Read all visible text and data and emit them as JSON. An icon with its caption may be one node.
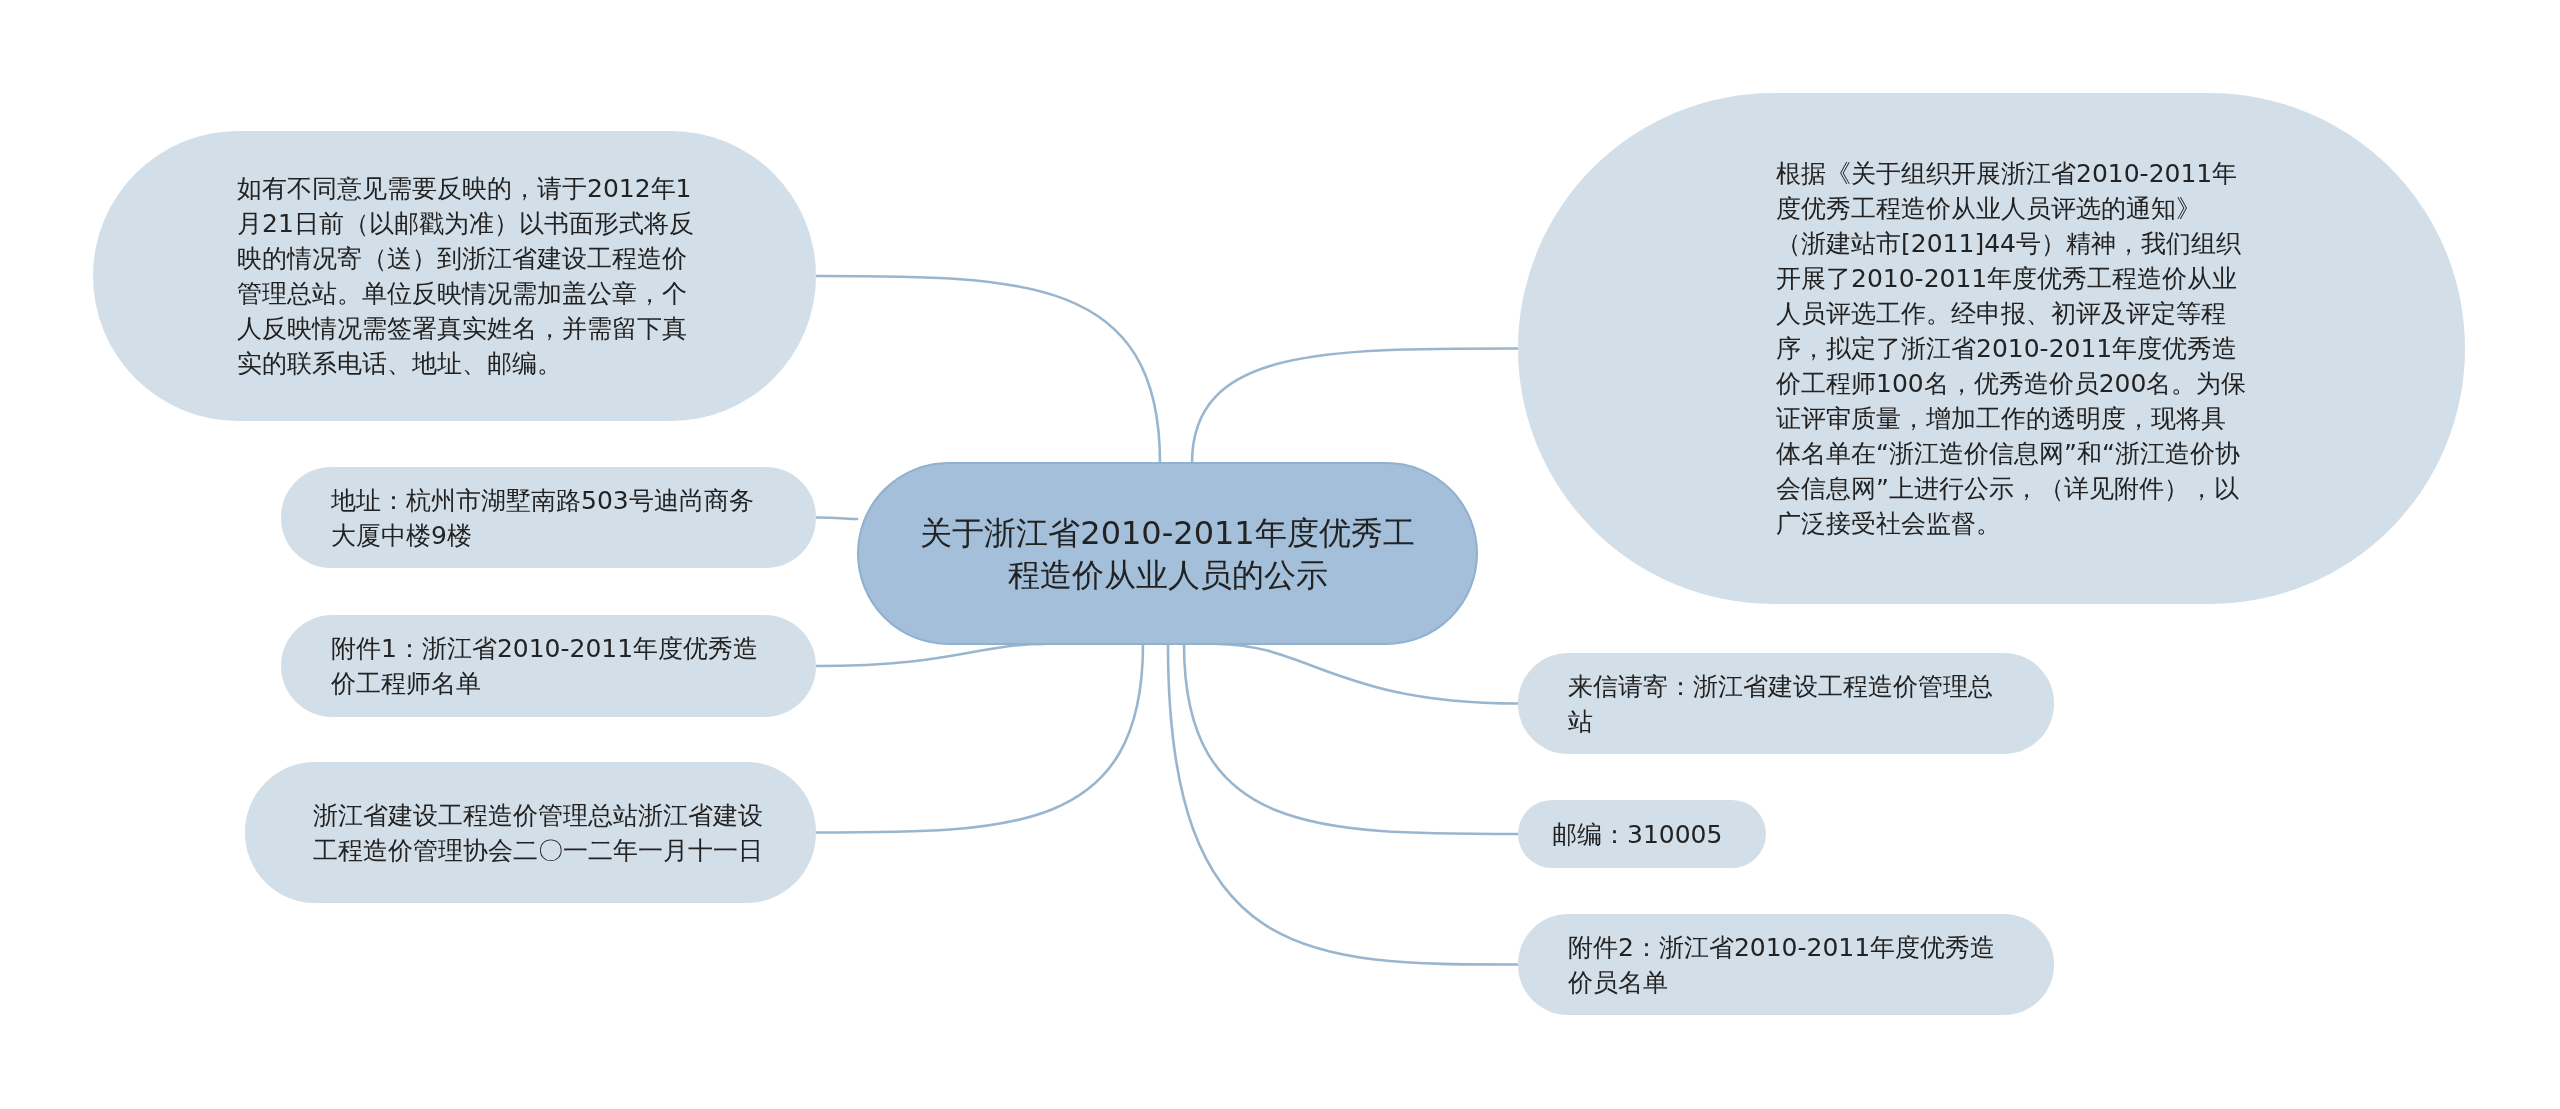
{
  "diagram": {
    "nodes": [
      {
        "text": [
          "关于浙江省2010-2011年度优秀工程造价从业人员的公示"
        ]
      },
      {
        "text": [
          "如有不同意见需要反映的，请于2012年1月21日前（以邮戳为准）以书面形式将反映的情况寄（送）到浙江省建设工程造价管理总站。单位反映情况需加盖公章，个人反映情况需签署真实姓名，并需留下真实的联系电话、地址、邮编。"
        ]
      },
      {
        "text": [
          "地址：杭州市湖墅南路503号迪尚商务大厦中楼9楼"
        ]
      },
      {
        "text": [
          "附件1：浙江省2010-2011年度优秀造价工程师名单"
        ]
      },
      {
        "text": [
          "浙江省建设工程造价管理总站浙江省建设工程造价管理协会二〇一二年一月十一日"
        ]
      },
      {
        "text": [
          "根据《关于组织开展浙江省2010-2011年度优秀工程造价从业人员评选的通知》（浙建站市[2011]44号）精神，我们组织开展了2010-2011年度优秀工程造价从业人员评选工作。经申报、初评及评定等程序，拟定了浙江省2010-2011年度优秀造价工程师100名，优秀造价员200名。为保证评审质量，增加工作的透明度，现将具体名单在“浙江造价信息网”和“浙江造价协会信息网”上进行公示，（详见附件），以广泛接受社会监督。"
        ]
      },
      {
        "text": [
          "来信请寄：浙江省建设工程造价管理总站"
        ]
      },
      {
        "text": [
          "邮编：310005"
        ]
      },
      {
        "text": [
          "附件2：浙江省2010-2011年度优秀造价员名单"
        ]
      }
    ],
    "edges": [
      {
        "from": 0,
        "to": 1,
        "arrow": "none"
      },
      {
        "from": 0,
        "to": 2,
        "arrow": "none"
      },
      {
        "from": 0,
        "to": 3,
        "arrow": "none"
      },
      {
        "from": 0,
        "to": 4,
        "arrow": "none"
      },
      {
        "from": 0,
        "to": 5,
        "arrow": "none"
      },
      {
        "from": 0,
        "to": 6,
        "arrow": "none"
      },
      {
        "from": 0,
        "to": 7,
        "arrow": "none"
      },
      {
        "from": 0,
        "to": 8,
        "arrow": "none"
      }
    ]
  }
}
